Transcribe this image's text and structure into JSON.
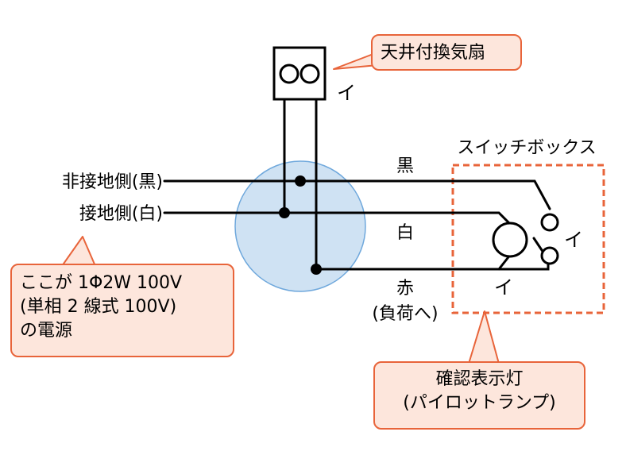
{
  "labels": {
    "non_ground": "非接地側(黒)",
    "ground": "接地側(白)",
    "fan_i": "イ",
    "wire_black": "黒",
    "wire_white": "白",
    "wire_red": "赤",
    "to_load": "(負荷へ)",
    "switch_box": "スイッチボックス",
    "switch_i": "イ",
    "lamp_i": "イ"
  },
  "callouts": {
    "fan": "天井付換気扇",
    "source_line1": "ここが 1Φ2W 100V",
    "source_line2": "(単相 2 線式 100V)",
    "source_line3": "の電源",
    "pilot_line1": "確認表示灯",
    "pilot_line2": "(パイロットランプ)"
  },
  "colors": {
    "wire": "#000000",
    "junction_fill": "#cfe2f3",
    "junction_stroke": "#6fa8dc",
    "callout_border": "#e8643a",
    "callout_fill": "#fde6dc",
    "switch_box_border": "#e8643a"
  }
}
